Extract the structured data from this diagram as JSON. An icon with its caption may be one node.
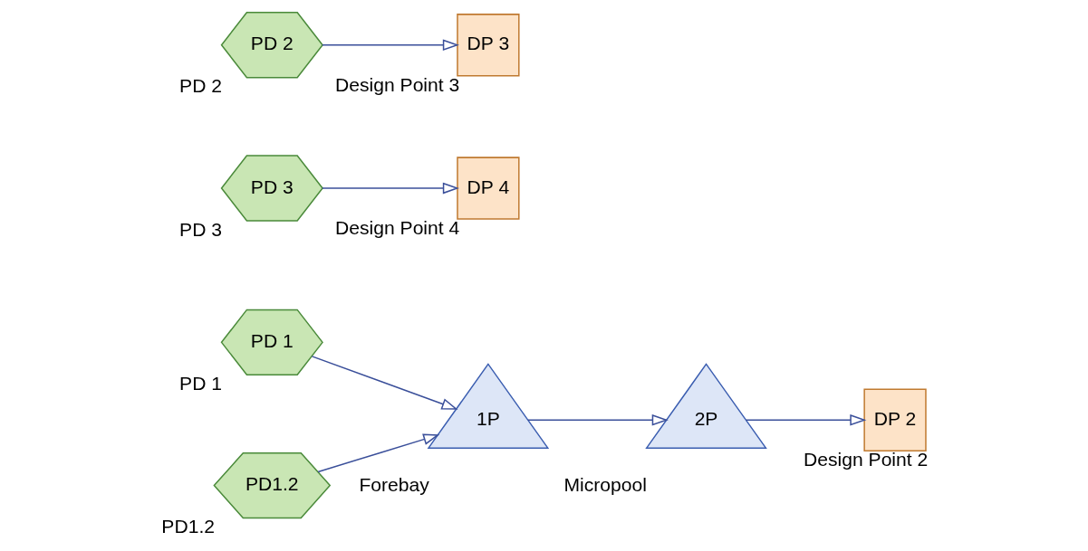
{
  "diagram": {
    "nodes": [
      {
        "text": [
          "1P"
        ],
        "beside": [
          "Forebay"
        ]
      },
      {
        "text": [
          "2P"
        ],
        "beside": [
          "Micropool"
        ]
      },
      {
        "text": [
          "PD 1"
        ],
        "beside": [
          "PD 1"
        ]
      },
      {
        "text": [
          "PD1.2"
        ],
        "beside": [
          "PD1.2"
        ]
      },
      {
        "text": [
          "DP 2"
        ],
        "beside": [
          "Design Point 2"
        ]
      },
      {
        "text": [
          "PD 3"
        ],
        "beside": [
          "PD 3"
        ]
      },
      {
        "text": [
          "PD 2"
        ],
        "beside": [
          "PD 2"
        ]
      },
      {
        "text": [
          "DP 4"
        ],
        "beside": [
          "Design Point 4"
        ]
      },
      {
        "text": [
          "DP 3"
        ],
        "beside": [
          "Design Point 3"
        ]
      }
    ],
    "edges": [
      {
        "from": 2,
        "to": 0,
        "arrow": "to"
      },
      {
        "from": 3,
        "to": 0,
        "arrow": "to"
      },
      {
        "from": 0,
        "to": 1,
        "arrow": "to"
      },
      {
        "from": 1,
        "to": 4,
        "arrow": "to"
      },
      {
        "from": 5,
        "to": 7,
        "arrow": "to"
      },
      {
        "from": 6,
        "to": 8,
        "arrow": "to"
      }
    ]
  }
}
